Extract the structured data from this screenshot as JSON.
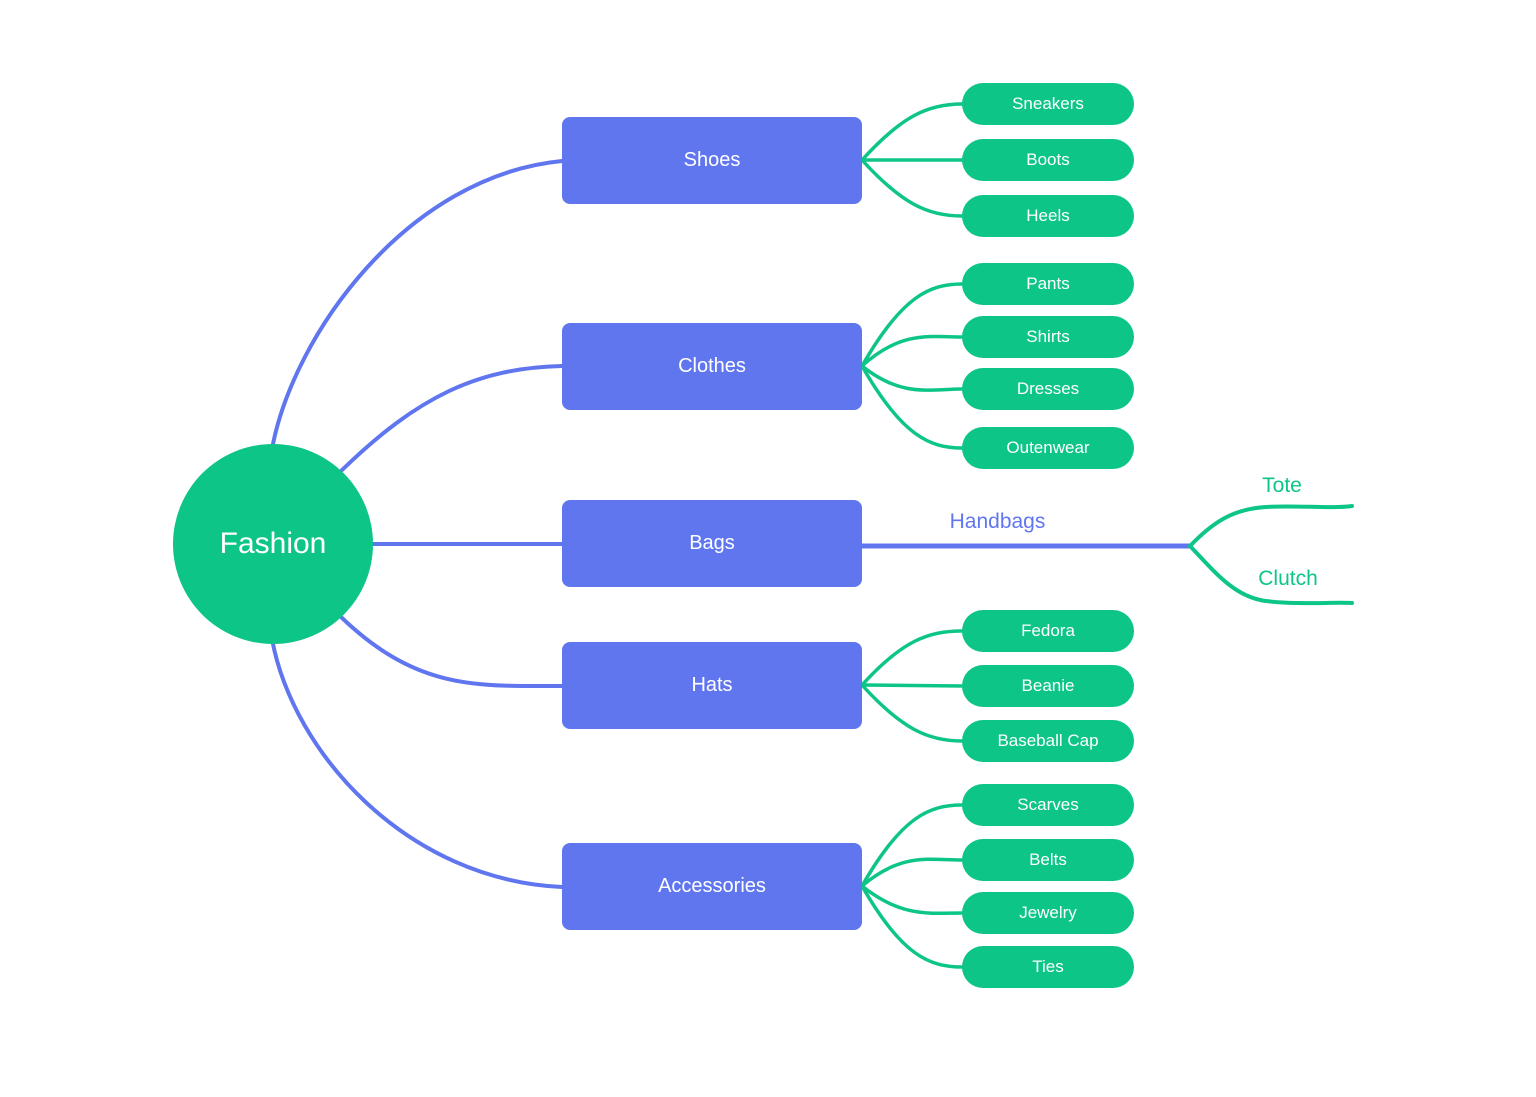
{
  "colors": {
    "root_and_leaf_green": "#0ec588",
    "branch_blue": "#6076ef",
    "node_text": "#ffffff",
    "background": "#ffffff"
  },
  "root": {
    "label": "Fashion"
  },
  "branches": [
    {
      "label": "Shoes",
      "children": [
        {
          "label": "Sneakers"
        },
        {
          "label": "Boots"
        },
        {
          "label": "Heels"
        }
      ]
    },
    {
      "label": "Clothes",
      "children": [
        {
          "label": "Pants"
        },
        {
          "label": "Shirts"
        },
        {
          "label": "Dresses"
        },
        {
          "label": "Outenwear"
        }
      ]
    },
    {
      "label": "Bags",
      "children": [
        {
          "label": "Handbags",
          "children": [
            {
              "label": "Tote"
            },
            {
              "label": "Clutch"
            }
          ]
        }
      ]
    },
    {
      "label": "Hats",
      "children": [
        {
          "label": "Fedora"
        },
        {
          "label": "Beanie"
        },
        {
          "label": "Baseball Cap"
        }
      ]
    },
    {
      "label": "Accessories",
      "children": [
        {
          "label": "Scarves"
        },
        {
          "label": "Belts"
        },
        {
          "label": "Jewelry"
        },
        {
          "label": "Ties"
        }
      ]
    }
  ]
}
